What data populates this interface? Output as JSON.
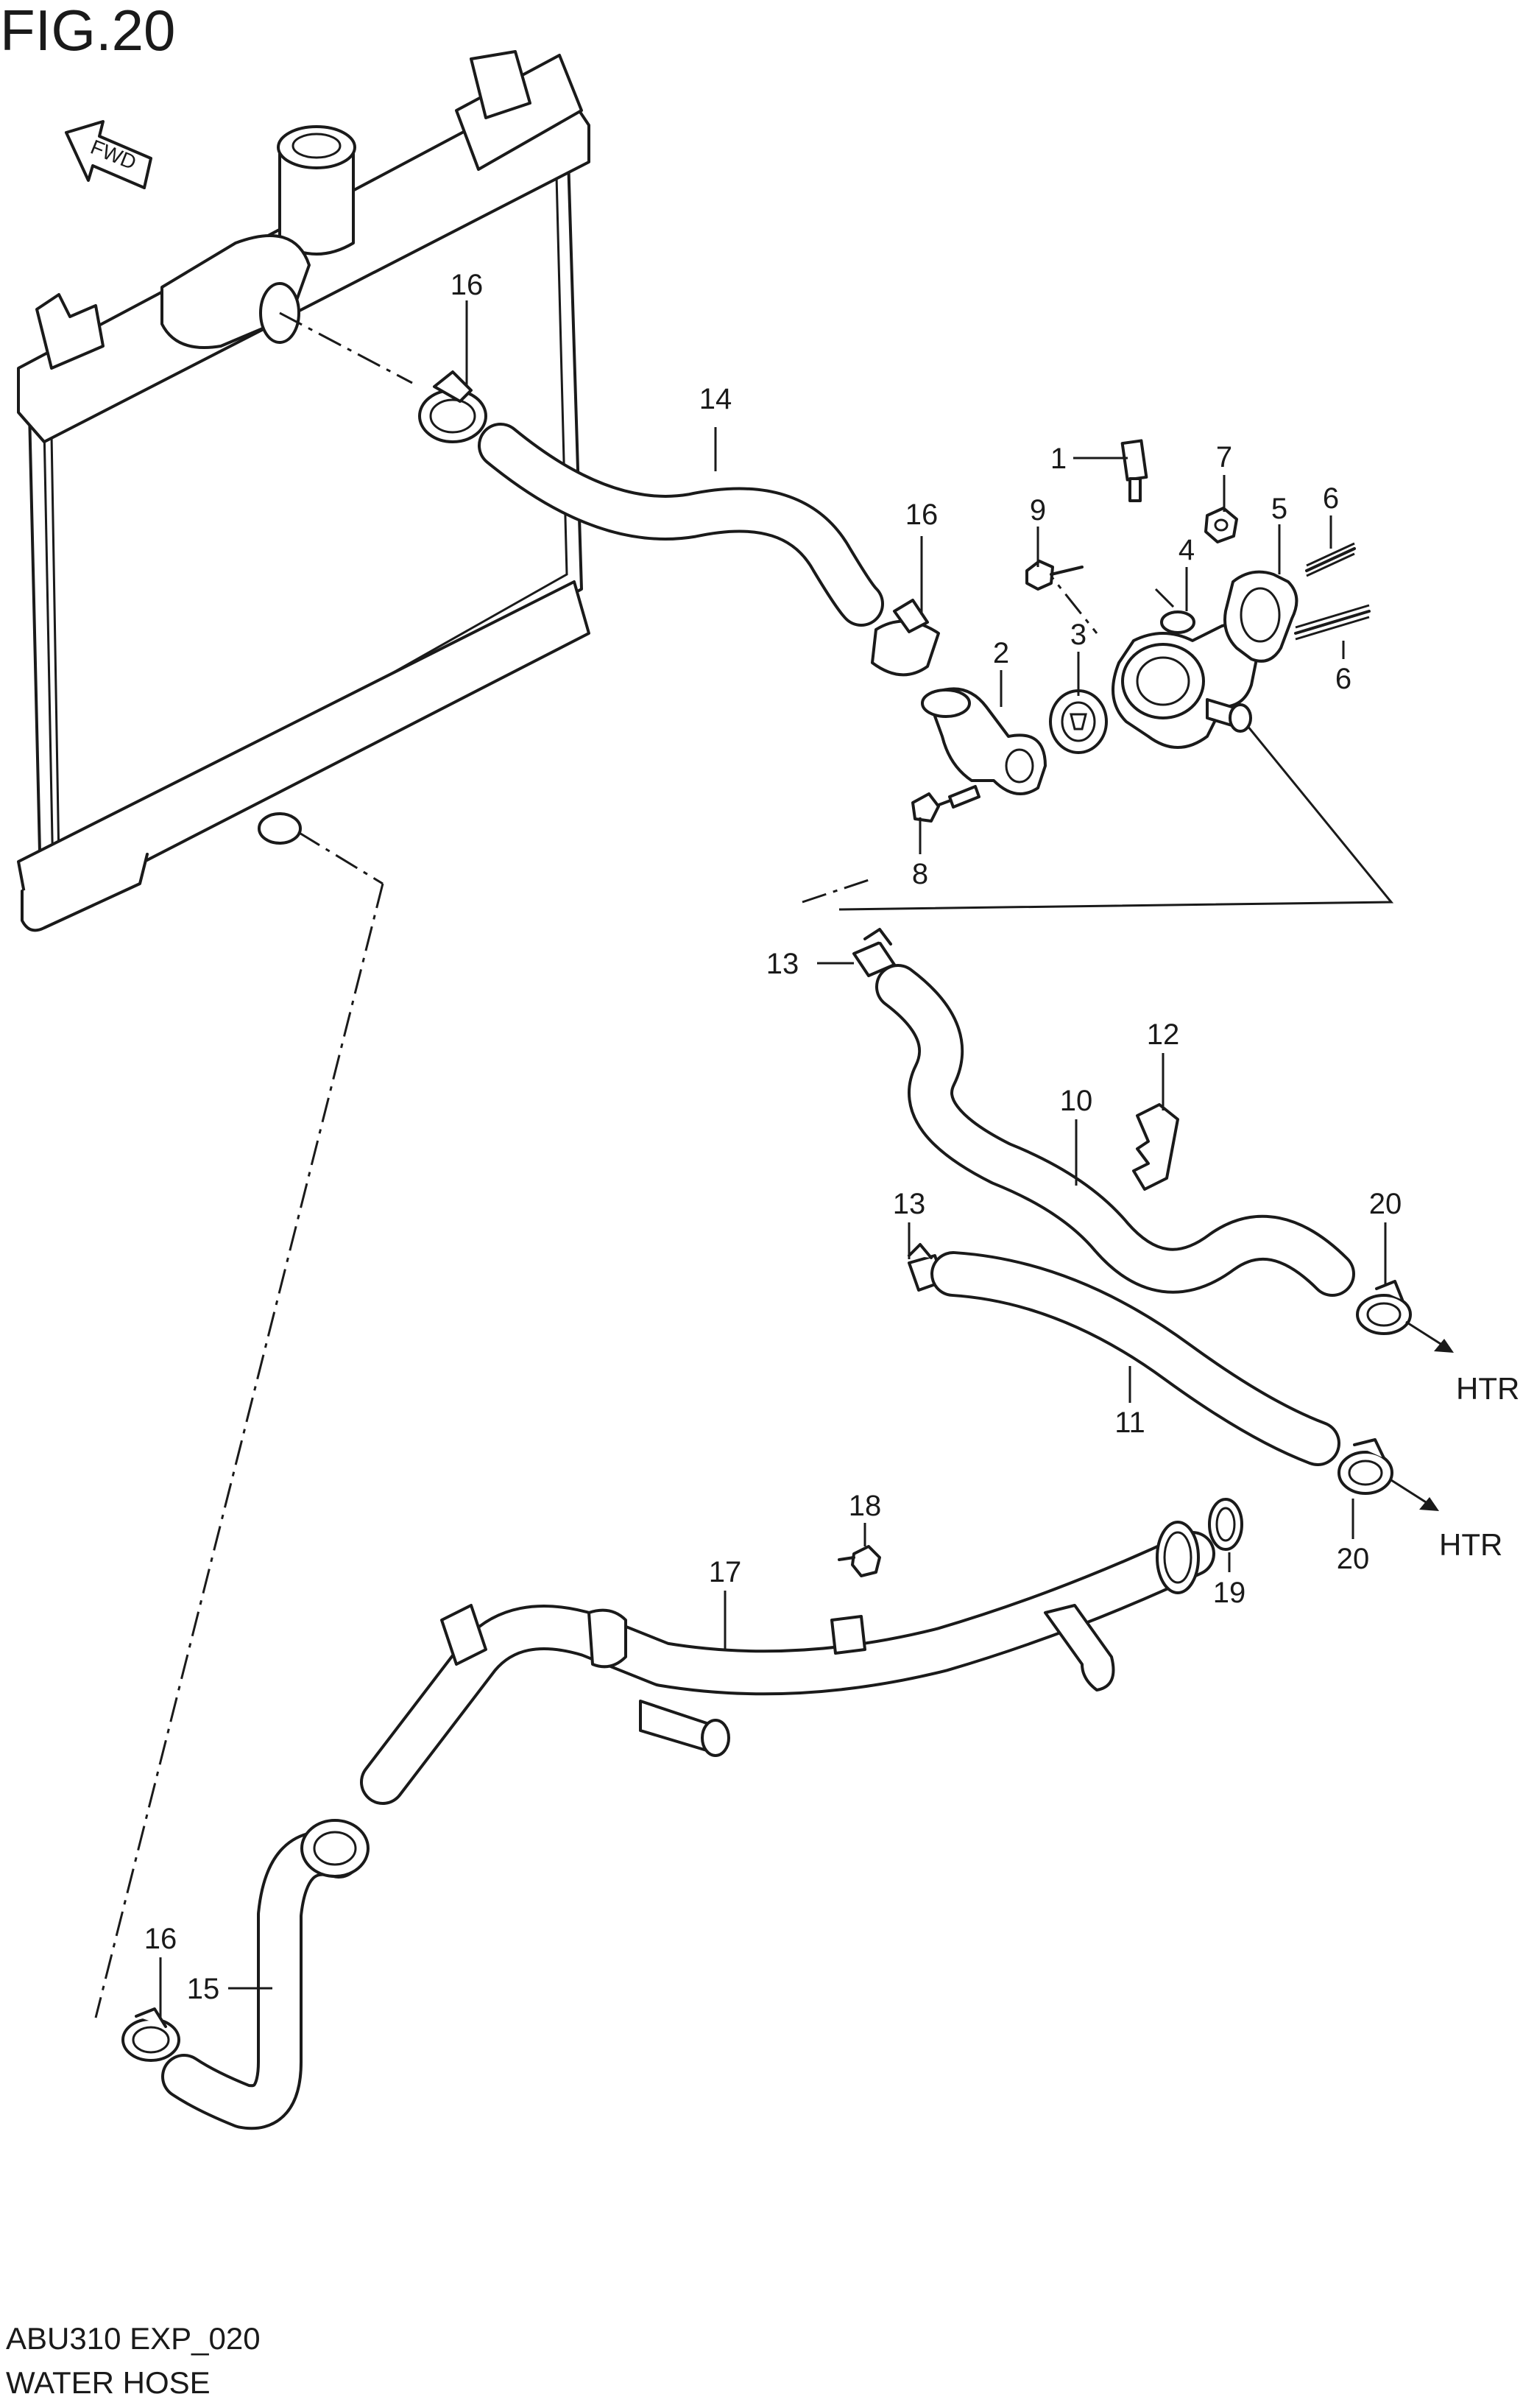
{
  "figure": {
    "title": "FIG.20",
    "code": "ABU310 EXP_020",
    "name": "WATER HOSE"
  },
  "direction_label": "FWD",
  "heater_label": "HTR",
  "callouts": [
    "1",
    "2",
    "3",
    "4",
    "5",
    "6",
    "6",
    "7",
    "8",
    "9",
    "10",
    "11",
    "12",
    "13",
    "13",
    "14",
    "15",
    "16",
    "16",
    "16",
    "17",
    "18",
    "19",
    "20",
    "20"
  ],
  "colors": {
    "ink": "#1a1a1a",
    "background": "#ffffff"
  }
}
